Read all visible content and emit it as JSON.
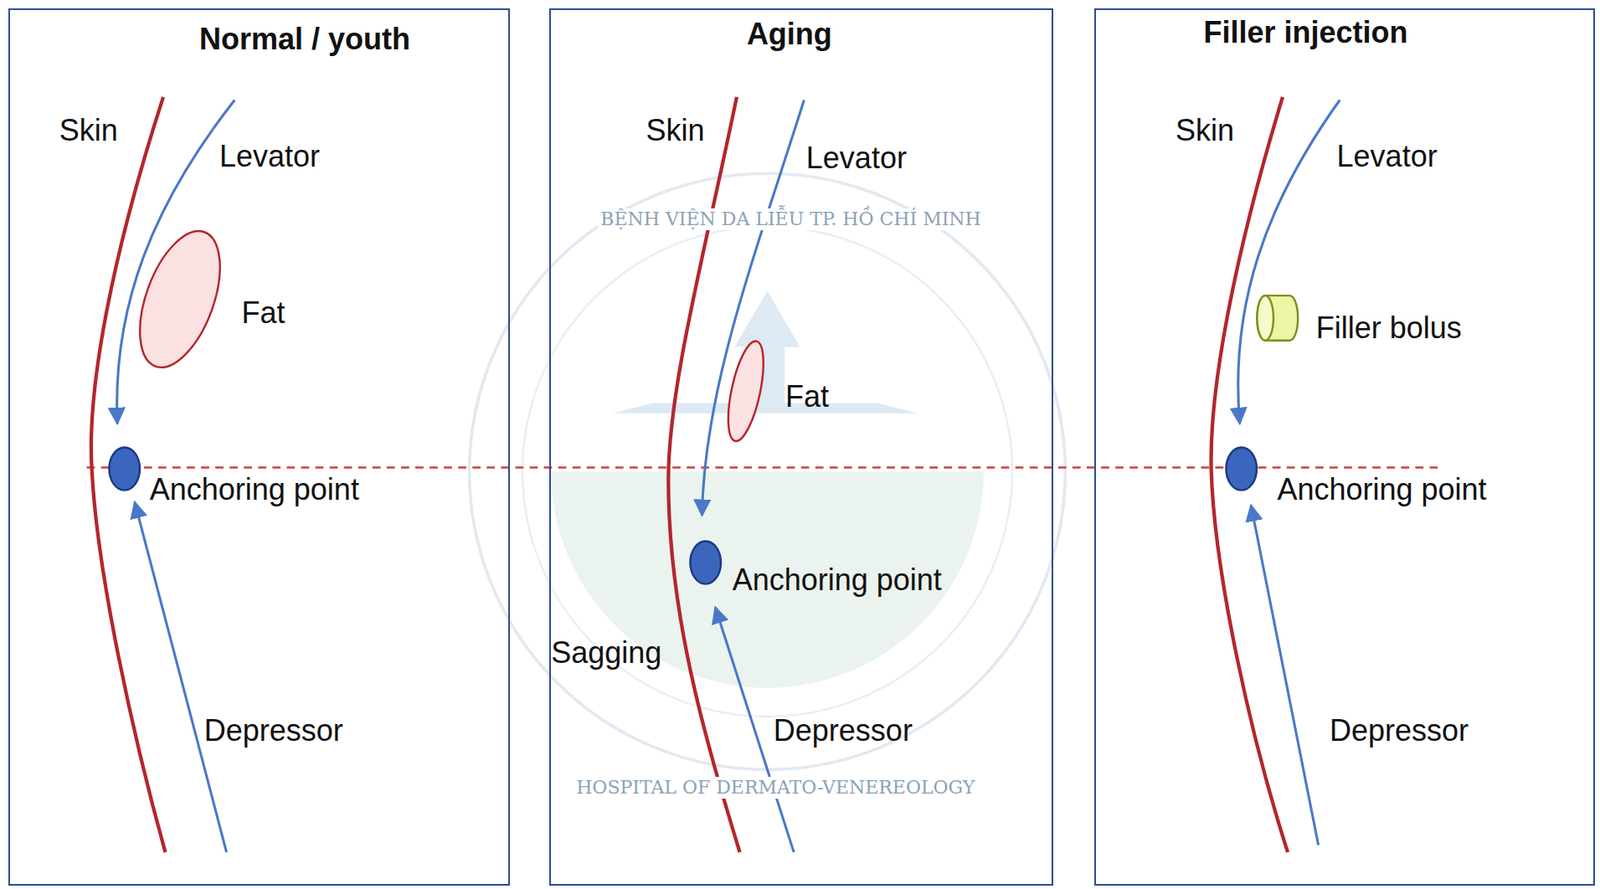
{
  "diagram": {
    "nodes": [
      {
        "text": [
          "Normal / youth"
        ]
      },
      {
        "text": [
          "Fat"
        ],
        "in": 0
      },
      {
        "text": [
          "Anchoring point"
        ],
        "in": 0
      },
      {
        "text": [
          "Aging"
        ]
      },
      {
        "text": [
          "Fat"
        ],
        "in": 3
      },
      {
        "text": [
          "Anchoring point"
        ],
        "in": 3
      },
      {
        "text": [
          "Filler injection"
        ]
      },
      {
        "text": [
          "Filler bolus"
        ],
        "in": 6
      },
      {
        "text": [
          "Anchoring point"
        ],
        "in": 6
      }
    ],
    "labels": [
      "Skin",
      "Levator",
      "Depressor",
      "Skin",
      "Levator",
      "Sagging",
      "Depressor",
      "Skin",
      "Levator",
      "Depressor",
      "BỆNH VIỆN DA LIỄU TP. HỒ CHÍ MINH",
      "HOSPITAL OF DERMATO-VENEREOLOGY"
    ]
  }
}
